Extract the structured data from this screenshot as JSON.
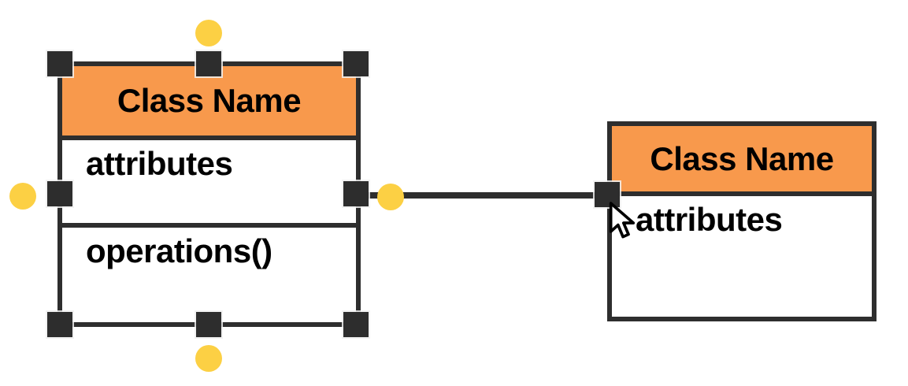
{
  "canvas": {
    "description": "UML class diagram editor canvas"
  },
  "colors": {
    "stroke": "#2e2e2e",
    "header_fill": "#f8994c",
    "handle_fill": "#2d2d2d",
    "connection_point_fill": "#fcd044",
    "section_fill": "#ffffff",
    "canvas_bg": "#ffffff",
    "text_color": "#000000"
  },
  "left_class": {
    "title": "Class Name",
    "attributes_label": "attributes",
    "operations_label": "operations()",
    "selected": true
  },
  "right_class": {
    "title": "Class Name",
    "attributes_label": "attributes",
    "selected": false
  },
  "icons": {
    "cursor": "arrow-pointer-icon",
    "selection_handles": "black-square-resize-handles",
    "connection_points": "yellow-circle-connection-points"
  }
}
